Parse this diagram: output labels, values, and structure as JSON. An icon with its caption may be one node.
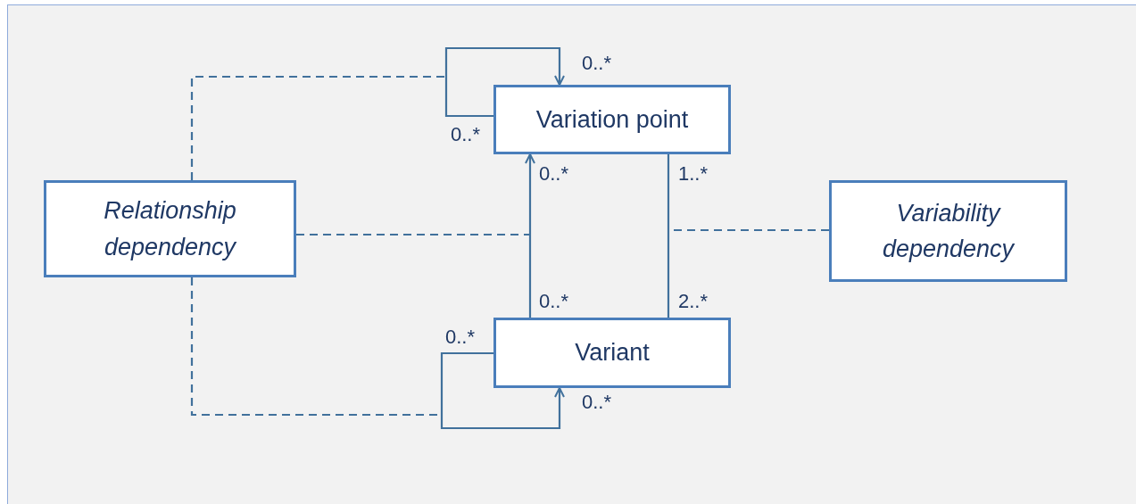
{
  "diagram": {
    "nodes": [
      {
        "text": [
          "Variation point"
        ]
      },
      {
        "text": [
          "Relationship dependency"
        ]
      },
      {
        "text": [
          "Variability dependency"
        ]
      },
      {
        "text": [
          "Variant"
        ]
      }
    ],
    "edges": [
      {
        "from": 0,
        "to": 0,
        "arrow": "to"
      },
      {
        "from": 3,
        "to": 0,
        "arrow": "to"
      },
      {
        "from": 0,
        "to": 3,
        "arrow": "none"
      },
      {
        "from": 3,
        "to": 3,
        "arrow": "to"
      },
      {
        "from": 1,
        "to": null,
        "arrow": "none",
        "style": "dashed"
      },
      {
        "from": 1,
        "to": null,
        "arrow": "none",
        "style": "dashed"
      },
      {
        "from": 1,
        "to": null,
        "arrow": "none",
        "style": "dashed"
      },
      {
        "from": 2,
        "to": null,
        "arrow": "none",
        "style": "dashed"
      }
    ],
    "labels": [
      "0..*",
      "0..*",
      "0..*",
      "1..*",
      "0..*",
      "2..*",
      "0..*",
      "0..*"
    ]
  }
}
